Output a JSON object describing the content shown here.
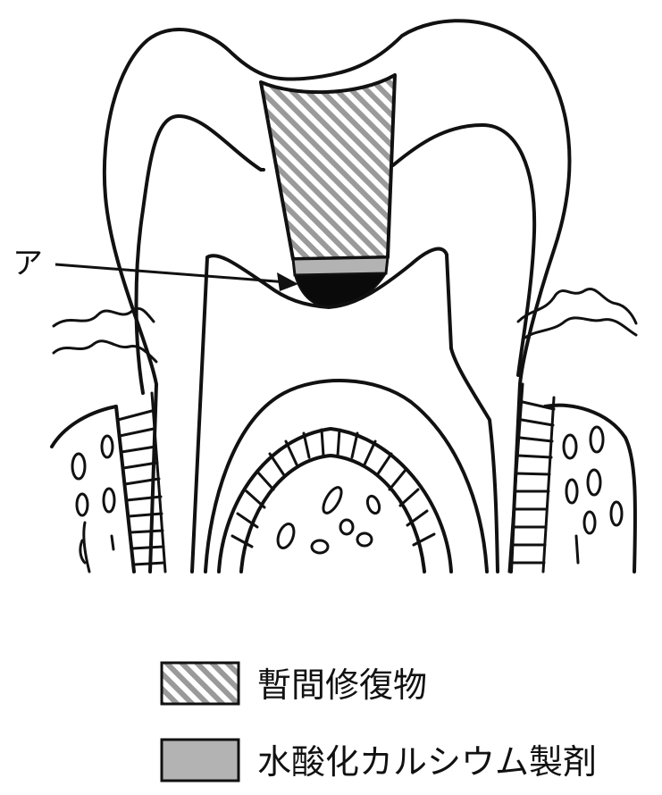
{
  "diagram": {
    "pointer_label": "ア"
  },
  "legend": {
    "items": [
      {
        "label": "暫間修復物",
        "swatch": "hatched-gray"
      },
      {
        "label": "水酸化カルシウム製剤",
        "swatch": "solid-gray",
        "color": "#b3b3b3"
      }
    ]
  },
  "colors": {
    "line": "#111111",
    "hatch_stripe": "#9a9a9a",
    "calcium_hydroxide": "#b3b3b3",
    "black_layer": "#0a0a0a"
  }
}
